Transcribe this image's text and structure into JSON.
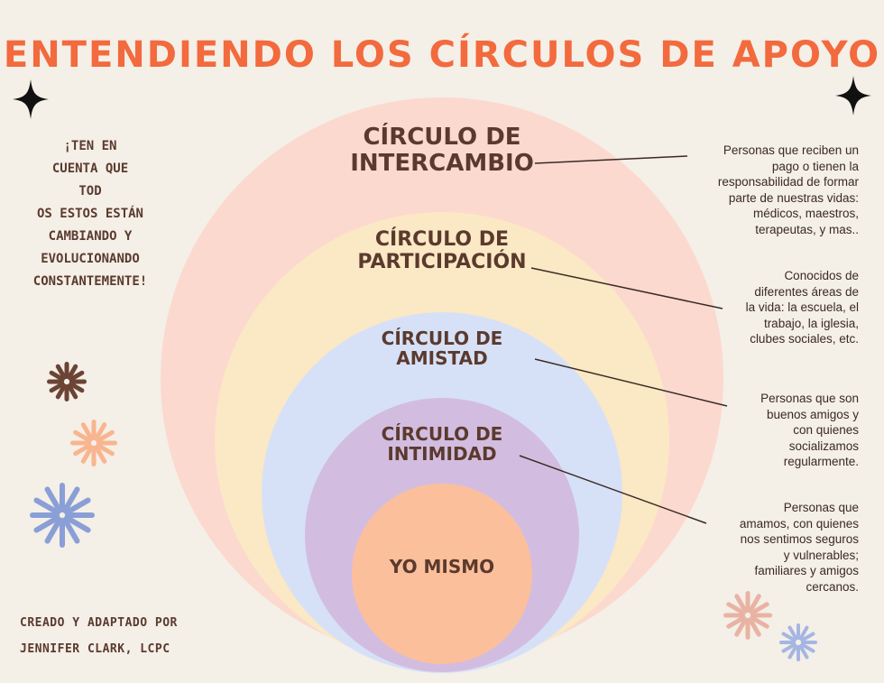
{
  "title": "Entendiendo los círculos de apoyo",
  "colors": {
    "title": "#f26a3d",
    "text_brown": "#5b3a2e",
    "background": "#f4efe7",
    "circle_intercambio": "#fcd9cf",
    "circle_participacion": "#fbe8c4",
    "circle_amistad": "#d6e1f7",
    "circle_intimidad": "#d2bde0",
    "circle_yo_mismo": "#fcbf9c"
  },
  "circles": [
    {
      "label": "Círculo de intercambio",
      "description": "Personas que reciben un\npago o tienen la\nresponsabilidad de formar\nparte de nuestras vidas:\nmédicos, maestros,\nterapeutas, y mas.."
    },
    {
      "label": "Círculo de participación",
      "description": "Conocidos de\ndiferentes áreas de\nla vida: la escuela, el\ntrabajo, la iglesia,\nclubes sociales, etc."
    },
    {
      "label": "Círculo de amistad",
      "description": "Personas que son\nbuenos amigos y\ncon quienes\nsocializamos\nregularmente."
    },
    {
      "label": "Círculo de intimidad",
      "description": "Personas que\namamos, con quienes\nnos sentimos seguros\ny vulnerables;\nfamiliares y amigos\ncercanos."
    },
    {
      "label": "Yo mismo"
    }
  ],
  "side_note": "¡Ten en\ncuenta que\ntod\nos estos están\ncambiando y\nevolucionando\nconstantemente!",
  "credit_line1": "Creado y adaptado por",
  "credit_line2": "Jennifer Clark, LCPC",
  "decorations": [
    "sparkle-icon",
    "sparkle-icon",
    "flower-icon",
    "flower-icon",
    "flower-icon",
    "flower-icon",
    "flower-icon"
  ]
}
